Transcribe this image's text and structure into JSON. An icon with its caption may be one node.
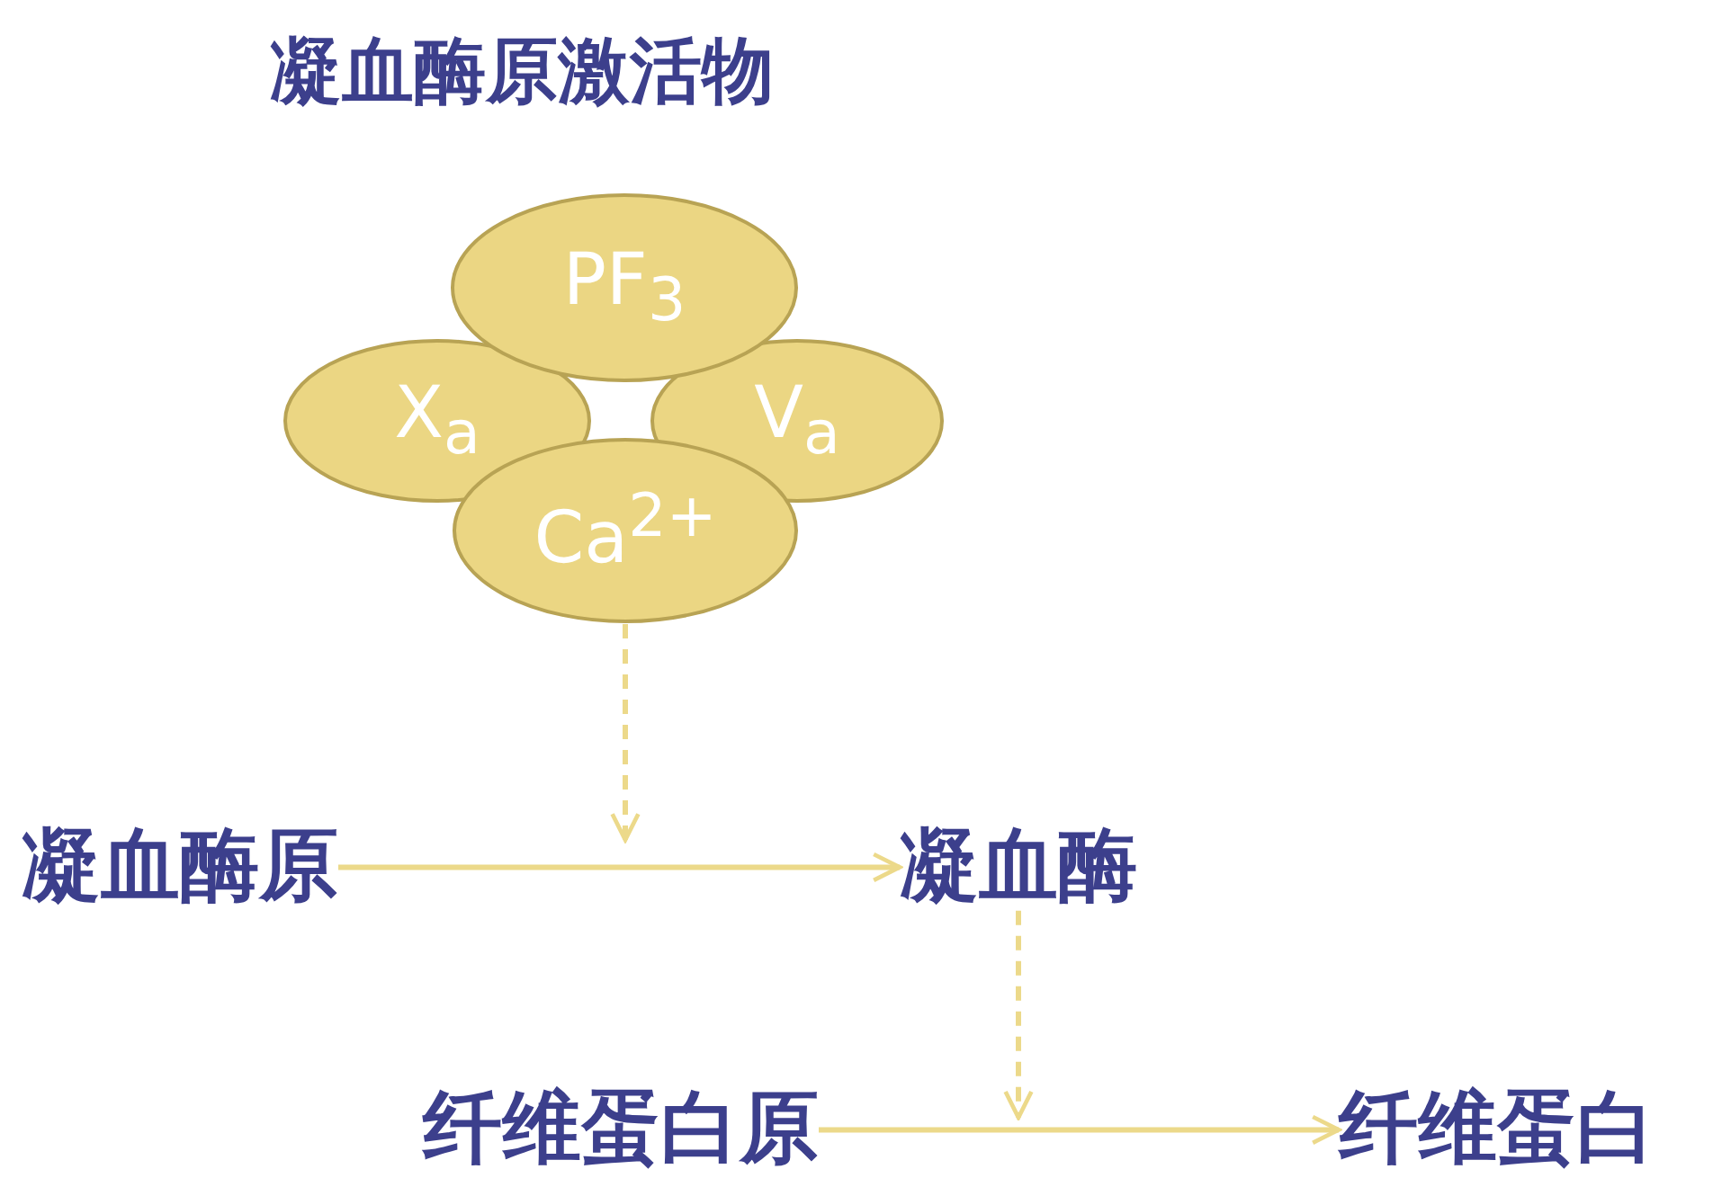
{
  "diagram": {
    "title": "凝血酶原激活物",
    "nodes": [
      {
        "text": [
          "PF$_{3}$"
        ]
      },
      {
        "text": [
          "X$_{a}$"
        ]
      },
      {
        "text": [
          "V$_{a}$"
        ]
      },
      {
        "text": [
          "Ca$^{2+}$"
        ]
      },
      {
        "text": [
          "凝血酶原"
        ]
      },
      {
        "text": [
          "凝血酶"
        ]
      },
      {
        "text": [
          "纤维蛋白原"
        ]
      },
      {
        "text": [
          "纤维蛋白"
        ]
      }
    ],
    "edges": [
      {
        "from": 3,
        "to": null,
        "arrow": "to",
        "style": "dashed"
      },
      {
        "from": 4,
        "to": 5,
        "arrow": "to"
      },
      {
        "from": 5,
        "to": null,
        "arrow": "to",
        "style": "dashed"
      },
      {
        "from": 6,
        "to": 7,
        "arrow": "to"
      }
    ]
  }
}
